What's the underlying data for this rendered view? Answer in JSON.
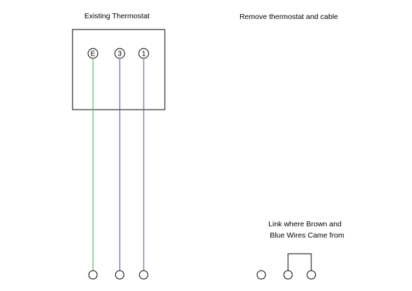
{
  "labels": {
    "existing_thermostat": "Existing Thermostat",
    "remove_instruction": "Remove thermostat and cable",
    "link_line1": "Link where  Brown and",
    "link_line2": "Blue Wires Came from"
  },
  "thermostat_terminals": [
    {
      "label": "E",
      "wire_color": "#55c155"
    },
    {
      "label": "3",
      "wire_color": "#5a5ab8"
    },
    {
      "label": "1",
      "wire_color": "#6a6a9a"
    }
  ],
  "colors": {
    "line": "#000000",
    "background": "#ffffff"
  }
}
